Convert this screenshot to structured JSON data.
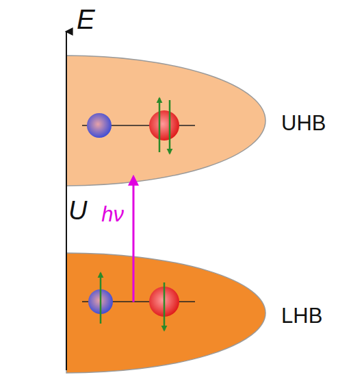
{
  "diagram": {
    "nodes": [
      {
        "text": [
          "UHB"
        ]
      },
      {
        "text": [
          "LHB"
        ]
      }
    ],
    "edges": [
      {
        "from": 1,
        "to": 0,
        "arrow": "to",
        "label": "hν"
      }
    ],
    "labels": [
      "E",
      "U"
    ]
  }
}
